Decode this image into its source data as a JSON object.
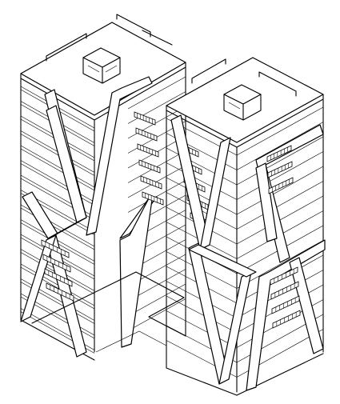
{
  "drawing": {
    "subject": "axonometric-drawing",
    "colors": {
      "ink": "#000000",
      "paper": "#ffffff"
    },
    "towers": [
      {
        "id": "left-tower",
        "floors": 16
      },
      {
        "id": "right-tower",
        "floors": 16
      }
    ]
  }
}
